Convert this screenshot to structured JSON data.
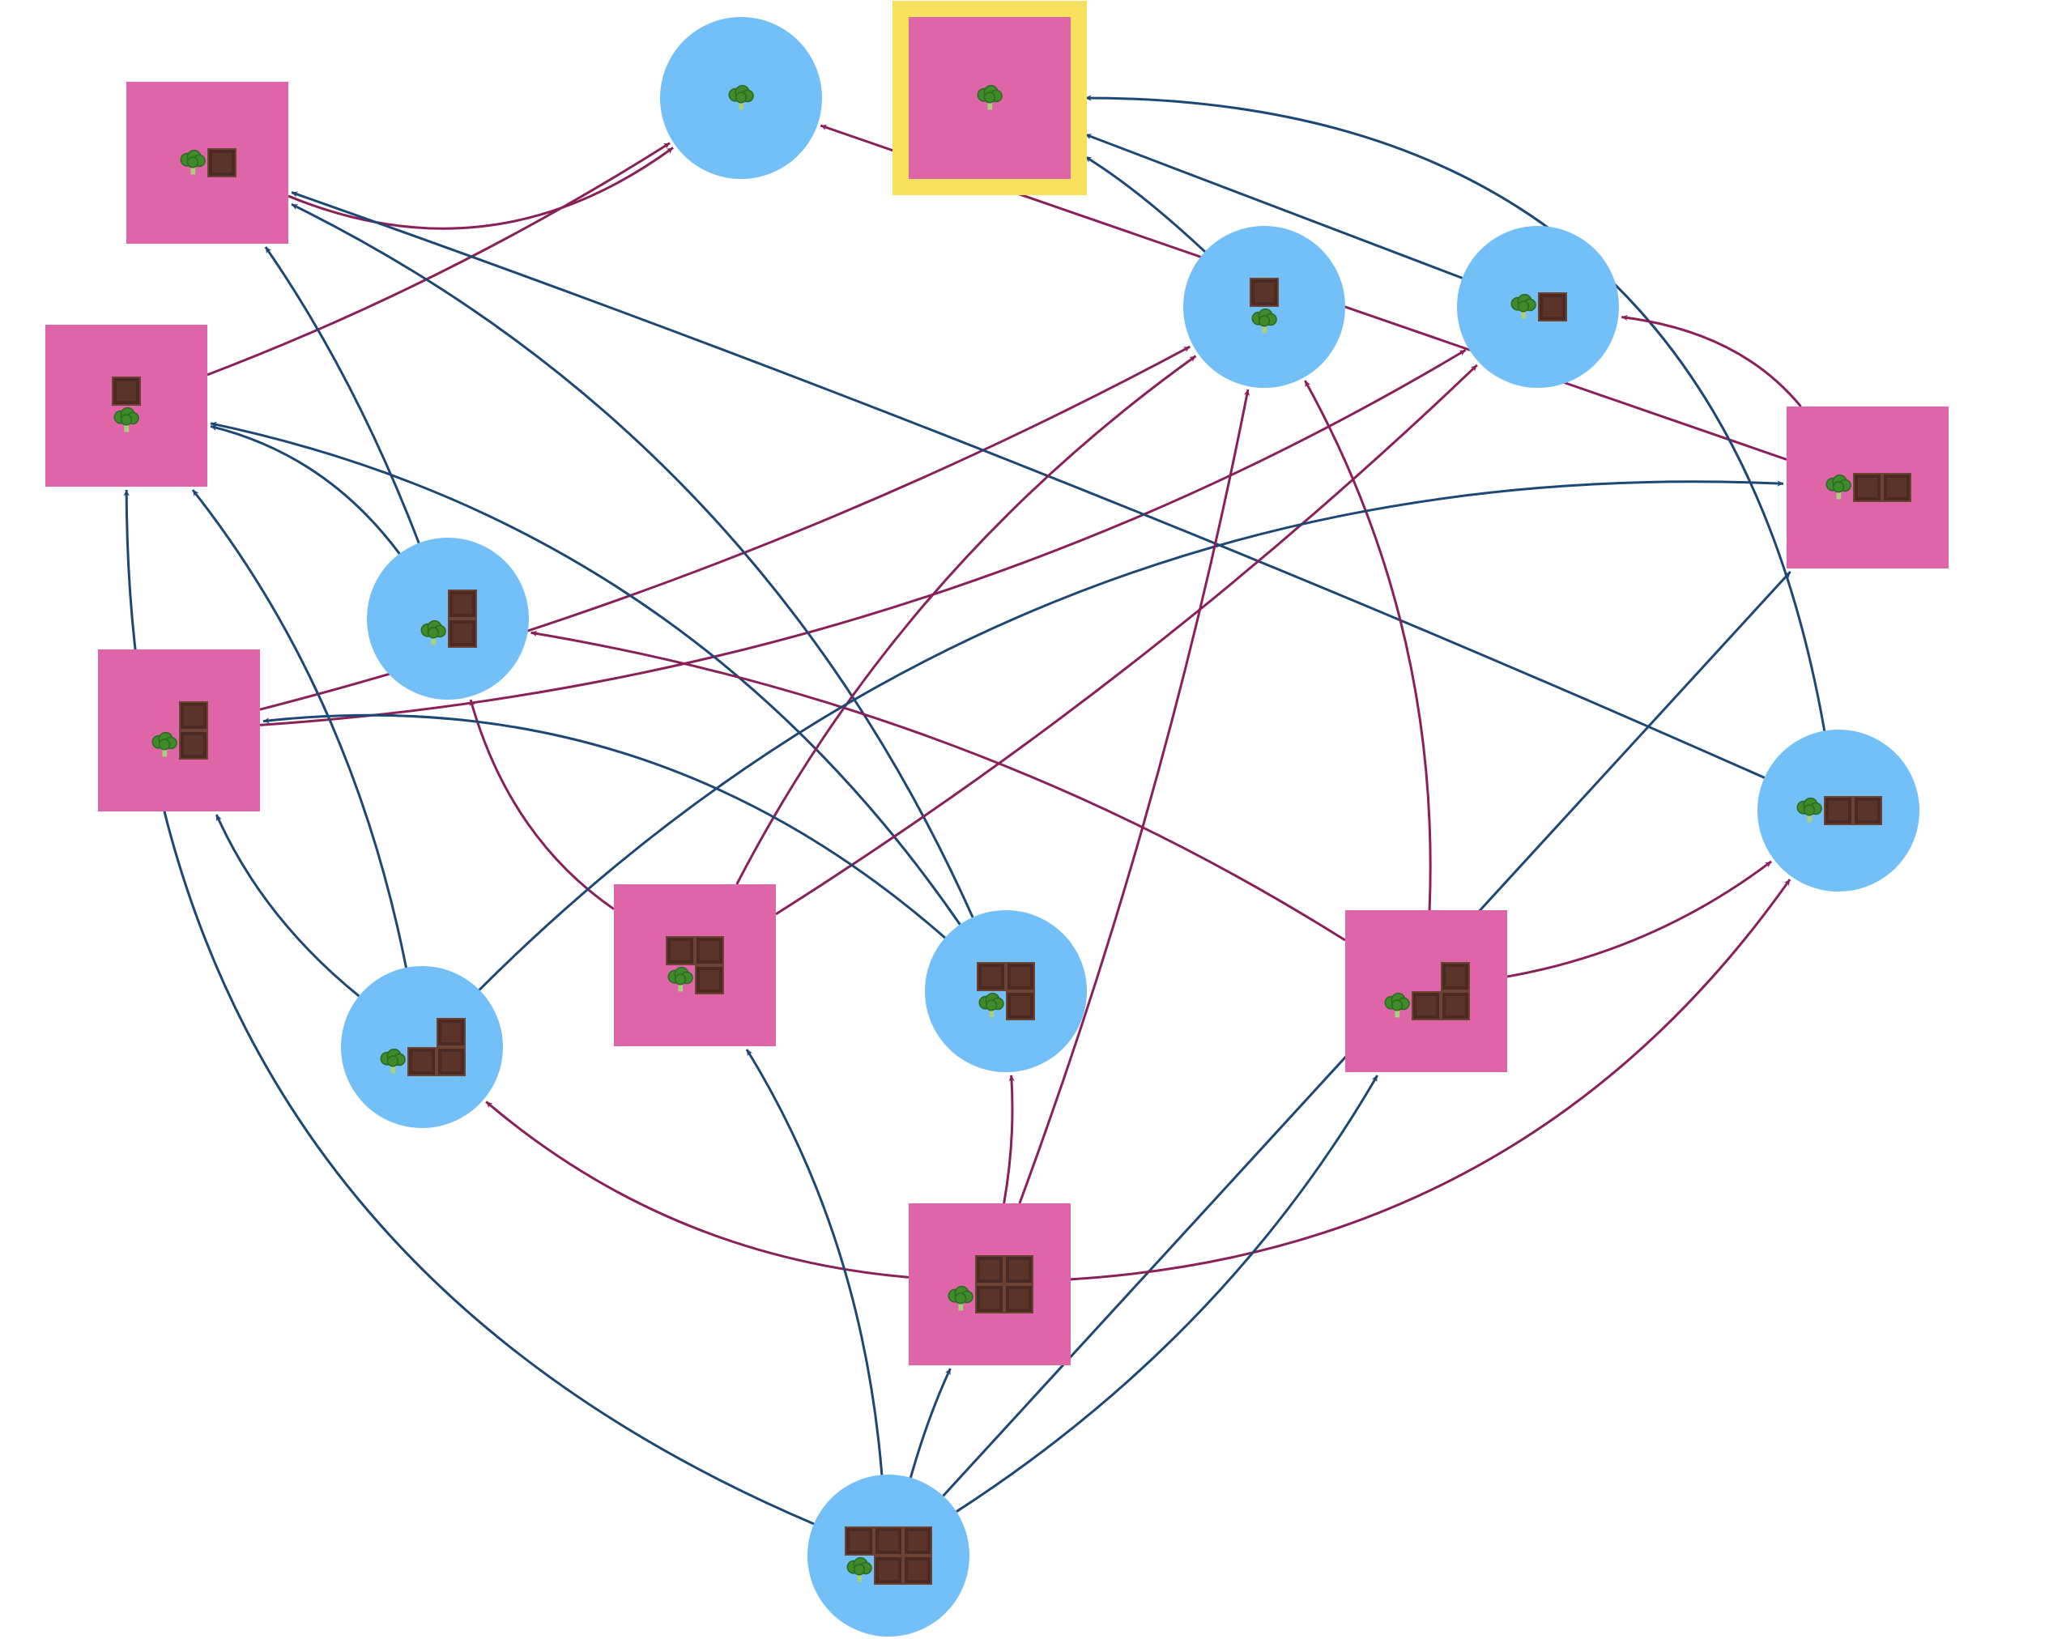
{
  "diagram": {
    "colors": {
      "square": "#de65a7",
      "circle": "#73bff8",
      "highlight": "#f8e15e",
      "edge_blue": "#1d4775",
      "edge_red": "#8a2058",
      "chocolate": "#4a2a22",
      "chocolate_light": "#6e4232",
      "broccoli": "#3f8a2a",
      "broccoli_dark": "#2b6a1f",
      "stem": "#a9d07a"
    },
    "nodes": [
      {
        "id": "S1",
        "shape": "square",
        "layout": [
          [
            2,
            1
          ]
        ]
      },
      {
        "id": "C1",
        "shape": "circle",
        "layout": [
          [
            2
          ]
        ]
      },
      {
        "id": "S2",
        "shape": "square",
        "highlighted": true,
        "layout": [
          [
            2
          ]
        ]
      },
      {
        "id": "S3",
        "shape": "square",
        "layout": [
          [
            1
          ],
          [
            2
          ]
        ]
      },
      {
        "id": "C2",
        "shape": "circle",
        "layout": [
          [
            1
          ],
          [
            2
          ]
        ]
      },
      {
        "id": "C3",
        "shape": "circle",
        "layout": [
          [
            2,
            1
          ]
        ]
      },
      {
        "id": "S4",
        "shape": "square",
        "layout": [
          [
            1
          ],
          [
            2,
            1
          ]
        ]
      },
      {
        "id": "C4",
        "shape": "circle",
        "layout": [
          [
            1
          ],
          [
            2,
            1
          ]
        ]
      },
      {
        "id": "S5",
        "shape": "square",
        "layout": [
          [
            2,
            1,
            1
          ]
        ]
      },
      {
        "id": "C5",
        "shape": "circle",
        "layout": [
          [
            2,
            1,
            1
          ]
        ]
      },
      {
        "id": "C6",
        "shape": "circle",
        "layout": [
          [
            1
          ],
          [
            2,
            1,
            1
          ]
        ]
      },
      {
        "id": "S6",
        "shape": "square",
        "layout": [
          [
            1,
            1
          ],
          [
            2,
            1
          ]
        ]
      },
      {
        "id": "C7",
        "shape": "circle",
        "layout": [
          [
            1,
            1
          ],
          [
            2,
            1
          ]
        ]
      },
      {
        "id": "S7",
        "shape": "square",
        "layout": [
          [
            1
          ],
          [
            2,
            1,
            1
          ]
        ]
      },
      {
        "id": "S8",
        "shape": "square",
        "layout": [
          [
            1,
            1
          ],
          [
            2,
            1,
            1
          ]
        ]
      },
      {
        "id": "C8",
        "shape": "circle",
        "layout": [
          [
            1,
            1,
            1
          ],
          [
            2,
            1,
            1
          ]
        ]
      }
    ],
    "edges": [
      {
        "from": "S1",
        "to": "C1",
        "color": "red"
      },
      {
        "from": "S3",
        "to": "C1",
        "color": "red"
      },
      {
        "from": "S5",
        "to": "C1",
        "color": "red"
      },
      {
        "from": "C2",
        "to": "S2",
        "color": "blue"
      },
      {
        "from": "C3",
        "to": "S2",
        "color": "blue"
      },
      {
        "from": "C5",
        "to": "S2",
        "color": "blue"
      },
      {
        "from": "S4",
        "to": "C2",
        "color": "red"
      },
      {
        "from": "S4",
        "to": "C3",
        "color": "red"
      },
      {
        "from": "C4",
        "to": "S1",
        "color": "blue"
      },
      {
        "from": "C5",
        "to": "S1",
        "color": "blue"
      },
      {
        "from": "C7",
        "to": "S1",
        "color": "blue"
      },
      {
        "from": "C4",
        "to": "S3",
        "color": "blue"
      },
      {
        "from": "C7",
        "to": "S3",
        "color": "blue"
      },
      {
        "from": "C6",
        "to": "S3",
        "color": "blue"
      },
      {
        "from": "C8",
        "to": "S3",
        "color": "blue"
      },
      {
        "from": "S5",
        "to": "C3",
        "color": "red"
      },
      {
        "from": "S6",
        "to": "C2",
        "color": "red"
      },
      {
        "from": "S6",
        "to": "C3",
        "color": "red"
      },
      {
        "from": "S6",
        "to": "C4",
        "color": "red"
      },
      {
        "from": "C6",
        "to": "S4",
        "color": "blue"
      },
      {
        "from": "C7",
        "to": "S4",
        "color": "blue"
      },
      {
        "from": "S7",
        "to": "C2",
        "color": "red"
      },
      {
        "from": "S7",
        "to": "C4",
        "color": "red"
      },
      {
        "from": "S7",
        "to": "C5",
        "color": "red"
      },
      {
        "from": "C6",
        "to": "S5",
        "color": "blue"
      },
      {
        "from": "C8",
        "to": "S5",
        "color": "blue"
      },
      {
        "from": "S8",
        "to": "C2",
        "color": "red"
      },
      {
        "from": "S8",
        "to": "C5",
        "color": "red"
      },
      {
        "from": "S8",
        "to": "C6",
        "color": "red"
      },
      {
        "from": "S8",
        "to": "C7",
        "color": "red"
      },
      {
        "from": "C8",
        "to": "S6",
        "color": "blue"
      },
      {
        "from": "C8",
        "to": "S7",
        "color": "blue"
      },
      {
        "from": "C8",
        "to": "S8",
        "color": "blue"
      }
    ]
  }
}
